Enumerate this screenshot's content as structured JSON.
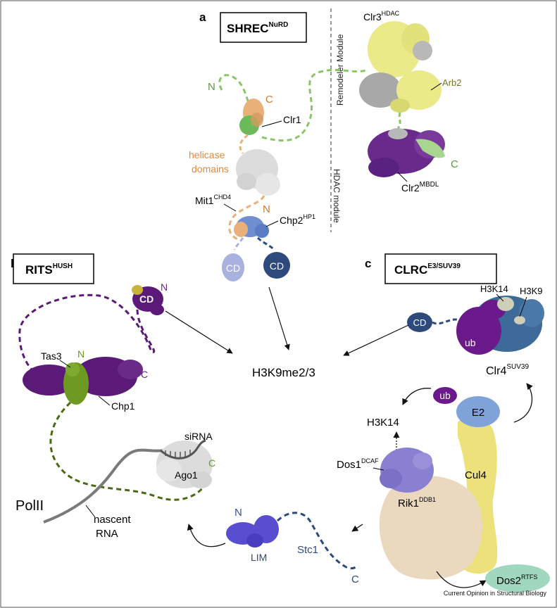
{
  "panels": {
    "a": {
      "letter": "a",
      "complex": {
        "name": "SHREC",
        "sup": "NuRD"
      },
      "module_labels": {
        "top": "Remodeler Module",
        "bottom": "HDAC module"
      },
      "labels": {
        "n_terminus": "N",
        "c_terminus": "C",
        "clr1": "Clr1",
        "helicase_line1": "helicase",
        "helicase_line2": "domains",
        "mit1": "Mit1",
        "mit1_sup": "CHD4",
        "mit1_n": "N",
        "chp2": "Chp2",
        "chp2_sup": "HP1",
        "cd_left": "CD",
        "cd_right": "CD",
        "clr3": "Clr3",
        "clr3_sup": "HDAC",
        "arb2": "Arb2",
        "clr2_c": "C",
        "clr2": "Clr2",
        "clr2_sup": "MBDL"
      }
    },
    "b": {
      "letter": "b",
      "complex": {
        "name": "RITS",
        "sup": "HUSH"
      },
      "labels": {
        "cd": "CD",
        "n_top": "N",
        "tas3": "Tas3",
        "tas3_n": "N",
        "chp1_c": "C",
        "chp1": "Chp1",
        "sirna": "siRNA",
        "ago1": "Ago1",
        "ago_c": "C",
        "polii": "PolII",
        "nascent_line1": "nascent",
        "nascent_line2": "RNA"
      }
    },
    "c": {
      "letter": "c",
      "complex": {
        "name": "CLRC",
        "sup": "E3/SUV39"
      },
      "labels": {
        "cd": "CD",
        "h3k14_top": "H3K14",
        "h3k9": "H3K9",
        "ub_clr4": "ub",
        "clr4": "Clr4",
        "clr4_sup": "SUV39",
        "ub": "ub",
        "e2": "E2",
        "h3k14": "H3K14",
        "dos1": "Dos1",
        "dos1_sup": "DCAF",
        "cul4": "Cul4",
        "rik1": "Rik1",
        "rik1_sup": "DDB1",
        "lim_n": "N",
        "lim": "LIM",
        "stc1": "Stc1",
        "stc1_c": "C",
        "dos2": "Dos2",
        "dos2_sup": "RTFS"
      }
    }
  },
  "center_label": "H3K9me2/3",
  "credit": "Current Opinion in Structural Biology",
  "colors": {
    "clr1_green": "#8cc46a",
    "helicase_orange": "#e08a3c",
    "mit1_tan": "#e9b07a",
    "chp2_blue": "#6f8fd0",
    "cd_light": "#a9b2de",
    "cd_dark": "#2e4a7c",
    "clr3_yellow": "#eaea88",
    "clr2_purple": "#6a2a8c",
    "grey": "#a8a8a8",
    "rits_purple": "#5b1a78",
    "tas3_green": "#6e9a22",
    "clr4_blue": "#3e6a9a",
    "ub_purple": "#6a1a8a",
    "e2_blue": "#7fa3d8",
    "cul4_yellow": "#ece17a",
    "dos1_violet": "#8a80d2",
    "rik1_beige": "#ead8bf",
    "lim_violet": "#5a4ed0",
    "dos2_teal": "#9fd8be",
    "arb2_text": "#7a7420"
  }
}
